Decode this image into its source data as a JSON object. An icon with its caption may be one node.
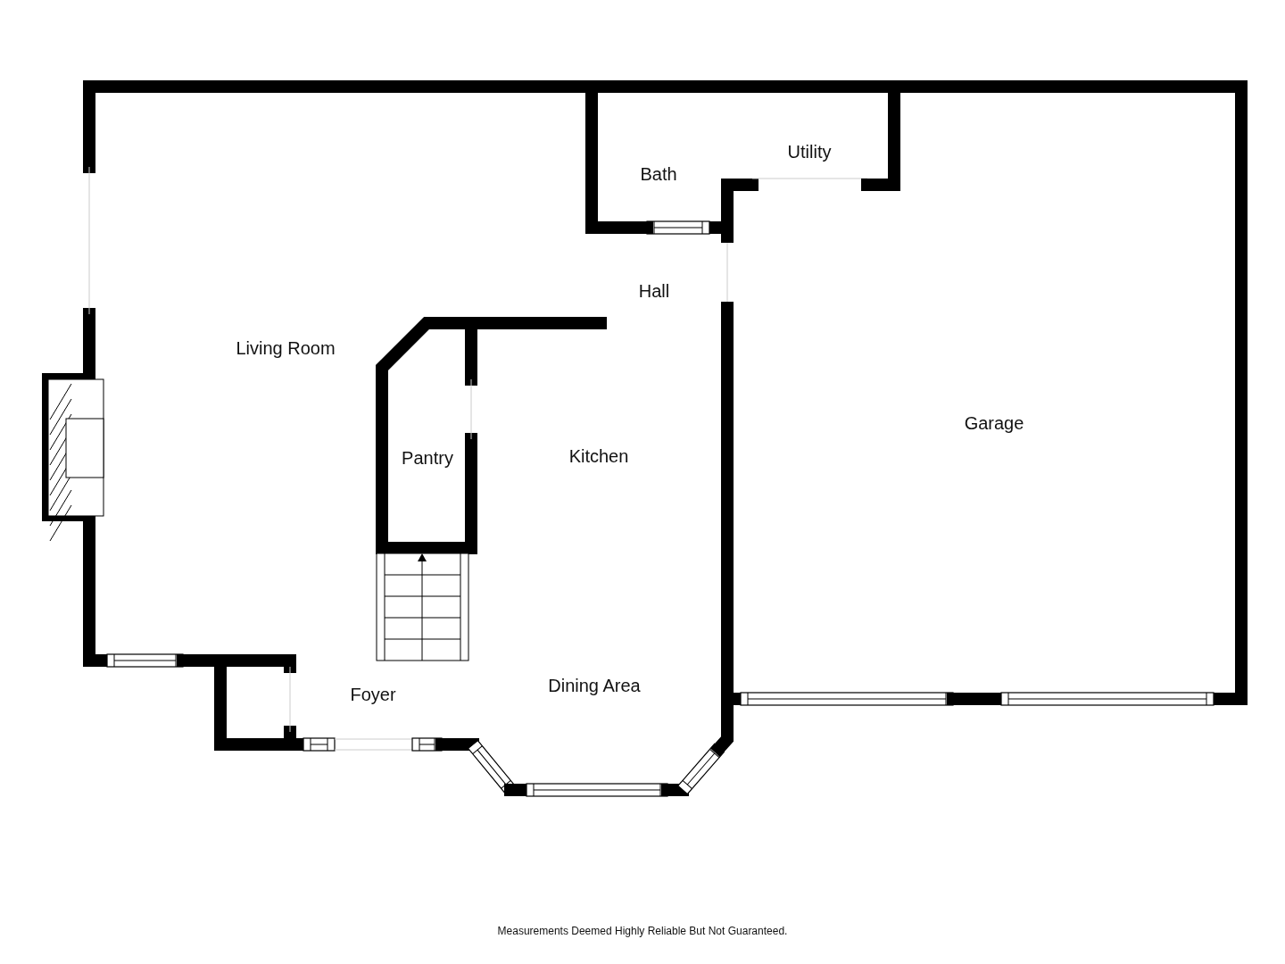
{
  "diagram": {
    "caption": "Measurements Deemed Highly Reliable But Not Guaranteed.",
    "labels": [
      "Utility",
      "Bath",
      "Hall",
      "Living Room",
      "Garage",
      "Kitchen",
      "Pantry",
      "Dining Area",
      "Foyer"
    ]
  }
}
